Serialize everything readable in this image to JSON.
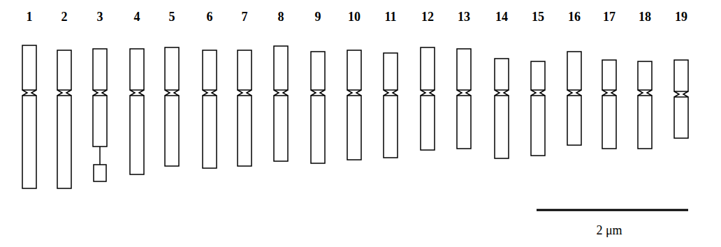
{
  "diagram": {
    "labels": [
      "1",
      "2",
      "3",
      "4",
      "5",
      "6",
      "7",
      "8",
      "9",
      "10",
      "11",
      "12",
      "13",
      "14",
      "15",
      "16",
      "17",
      "18",
      "19",
      "2 μm"
    ]
  }
}
